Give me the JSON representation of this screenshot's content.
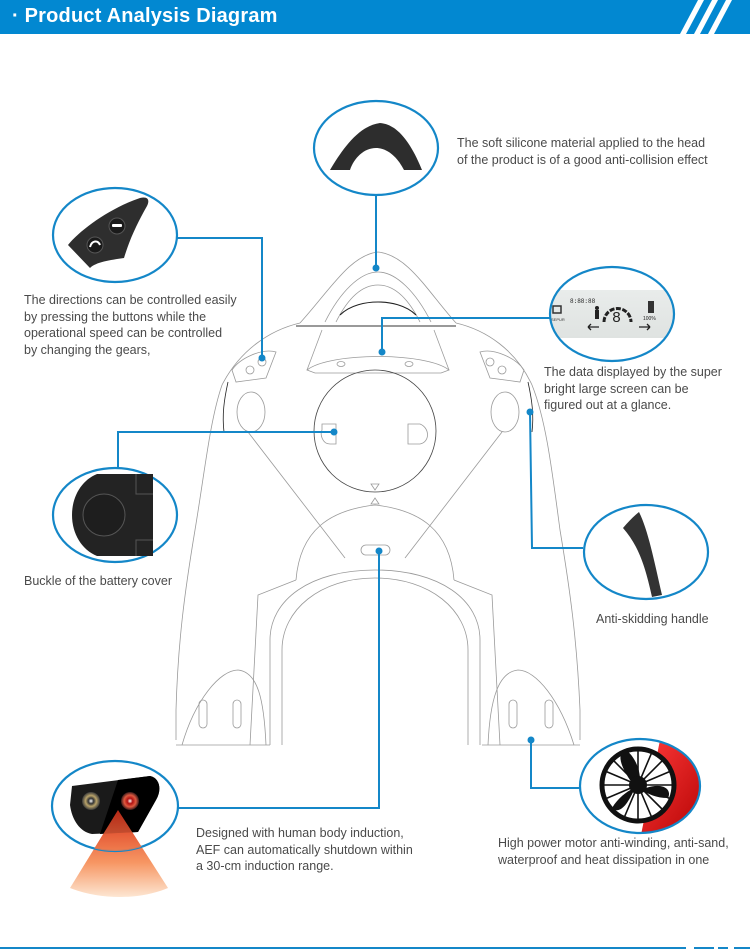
{
  "header": {
    "title": "· Product Analysis Diagram",
    "bg_color": "#0288d1",
    "decoration": "diagonal-stripes"
  },
  "accent_color": "#1487c8",
  "callouts": [
    {
      "id": "head-bumper",
      "icon": "silicone-bumper-icon",
      "lines": [
        "The soft silicone material applied to the head",
        "of the product is of a good anti-collision effect"
      ]
    },
    {
      "id": "control-buttons",
      "icon": "control-buttons-icon",
      "lines": [
        "The directions can be controlled easily",
        "by pressing the buttons while the",
        "operational speed can be controlled",
        "by changing the gears,"
      ]
    },
    {
      "id": "display-screen",
      "icon": "lcd-display-icon",
      "lines": [
        "The data displayed by the super",
        "bright large screen can be",
        "figured out at a glance."
      ],
      "display": {
        "time": "8:88:88",
        "gear": "8",
        "battery": "100%"
      }
    },
    {
      "id": "battery-buckle",
      "icon": "battery-buckle-icon",
      "lines": [
        "Buckle of the battery cover"
      ]
    },
    {
      "id": "handle",
      "icon": "handle-grip-icon",
      "lines": [
        "Anti-skidding handle"
      ]
    },
    {
      "id": "body-sensor",
      "icon": "induction-sensor-icon",
      "lines": [
        "Designed with human body induction,",
        "AEF can automatically shutdown within",
        "a 30-cm induction range."
      ]
    },
    {
      "id": "motor",
      "icon": "motor-propeller-icon",
      "lines": [
        "High power motor anti-winding, anti-sand,",
        "waterproof and heat dissipation in one"
      ]
    }
  ]
}
